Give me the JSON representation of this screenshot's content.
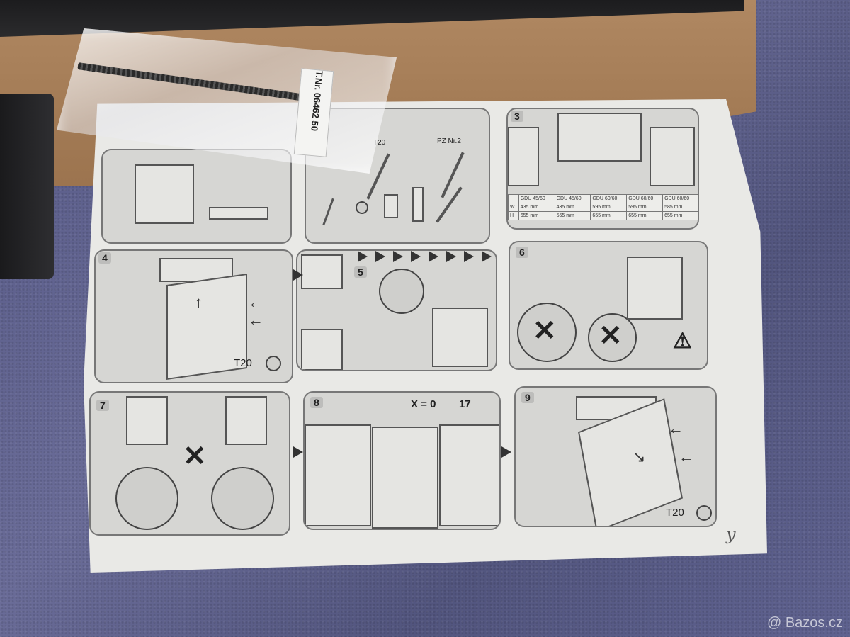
{
  "bag_label": {
    "text": "T.Nr. 06462 50"
  },
  "panels": [
    {
      "num": "3"
    },
    {
      "num": "4"
    },
    {
      "num": "5"
    },
    {
      "num": "6"
    },
    {
      "num": "7"
    },
    {
      "num": "8"
    },
    {
      "num": "9"
    }
  ],
  "tools": {
    "t20": "T20",
    "pz": "PZ Nr.2"
  },
  "table": {
    "headers": [
      "GDU 45/60",
      "GDU 45/60",
      "GDU 60/60",
      "GDU 60/60",
      "GDU 60/60"
    ],
    "row_w": [
      "W",
      "435 mm",
      "435 mm",
      "595 mm",
      "595 mm",
      "585 mm"
    ],
    "row_h": [
      "H",
      "655 mm",
      "555 mm",
      "655 mm",
      "655 mm",
      "655 mm"
    ]
  },
  "step4_labels": {
    "t20": "T20"
  },
  "step9_labels": {
    "t20": "T20"
  },
  "step8_labels": {
    "x_eq": "X = 0",
    "ref": "17"
  },
  "watermark": "@ Bazos.cz",
  "signature": "y"
}
